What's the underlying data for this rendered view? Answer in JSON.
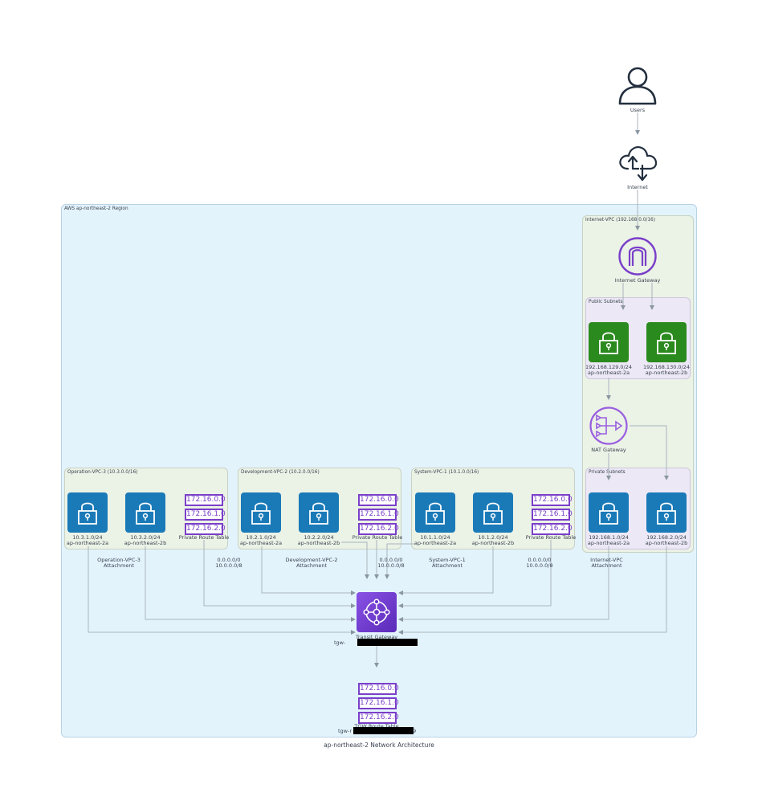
{
  "title": "ap-northeast-2 Network Architecture",
  "external": {
    "users": "Users",
    "internet": "Internet"
  },
  "region": {
    "label": "AWS ap-northeast-2 Region"
  },
  "internet_vpc": {
    "label": "Internet-VPC (192.168.0.0/16)",
    "igw": "Internet Gateway",
    "public_subnets_label": "Public Subnets",
    "public_subnets": [
      {
        "cidr": "192.168.129.0/24",
        "az": "ap-northeast-2a"
      },
      {
        "cidr": "192.168.130.0/24",
        "az": "ap-northeast-2b"
      }
    ],
    "nat": "NAT Gateway",
    "private_subnets_label": "Private Subnets",
    "private_subnets": [
      {
        "cidr": "192.168.1.0/24",
        "az": "ap-northeast-2a"
      },
      {
        "cidr": "192.168.2.0/24",
        "az": "ap-northeast-2b"
      }
    ],
    "attachment": [
      "Internet-VPC",
      "Attachment"
    ]
  },
  "vpcs": [
    {
      "label": "Operation-VPC-3 (10.3.0.0/16)",
      "subnets": [
        {
          "cidr": "10.3.1.0/24",
          "az": "ap-northeast-2a"
        },
        {
          "cidr": "10.3.2.0/24",
          "az": "ap-northeast-2b"
        }
      ],
      "route_table": {
        "label": "Private Route Table",
        "entries": [
          "172.16.0.0",
          "172.16.1.0",
          "172.16.2.0"
        ]
      },
      "attachment": [
        "Operation-VPC-3",
        "Attachment"
      ],
      "routes": [
        "0.0.0.0/0",
        "10.0.0.0/8"
      ]
    },
    {
      "label": "Development-VPC-2 (10.2.0.0/16)",
      "subnets": [
        {
          "cidr": "10.2.1.0/24",
          "az": "ap-northeast-2a"
        },
        {
          "cidr": "10.2.2.0/24",
          "az": "ap-northeast-2b"
        }
      ],
      "route_table": {
        "label": "Private Route Table",
        "entries": [
          "172.16.0.0",
          "172.16.1.0",
          "172.16.2.0"
        ]
      },
      "attachment": [
        "Development-VPC-2",
        "Attachment"
      ],
      "routes": [
        "0.0.0.0/0",
        "10.0.0.0/8"
      ]
    },
    {
      "label": "System-VPC-1 (10.1.0.0/16)",
      "subnets": [
        {
          "cidr": "10.1.1.0/24",
          "az": "ap-northeast-2a"
        },
        {
          "cidr": "10.1.2.0/24",
          "az": "ap-northeast-2b"
        }
      ],
      "route_table": {
        "label": "Private Route Table",
        "entries": [
          "172.16.0.0",
          "172.16.1.0",
          "172.16.2.0"
        ]
      },
      "attachment": [
        "System-VPC-1",
        "Attachment"
      ],
      "routes": [
        "0.0.0.0/0",
        "10.0.0.0/8"
      ]
    }
  ],
  "tgw": {
    "label": "Transit Gateway",
    "id_prefix": "tgw-"
  },
  "tgw_route_table": {
    "label": "TGW Route Table",
    "id_prefix": "tgw-r",
    "id_suffix": "9",
    "entries": [
      "172.16.0.0",
      "172.16.1.0",
      "172.16.2.0"
    ]
  },
  "colors": {
    "region_bg": "#e3f3fc",
    "vpc_bg": "#ebf2e6",
    "subnet_group_bg": "#ece8f5",
    "private_subnet": "#1a7ab8",
    "public_subnet": "#2b8a1e",
    "gateway_purple": "#7a3fc9",
    "edge": "#9aa6b0"
  }
}
